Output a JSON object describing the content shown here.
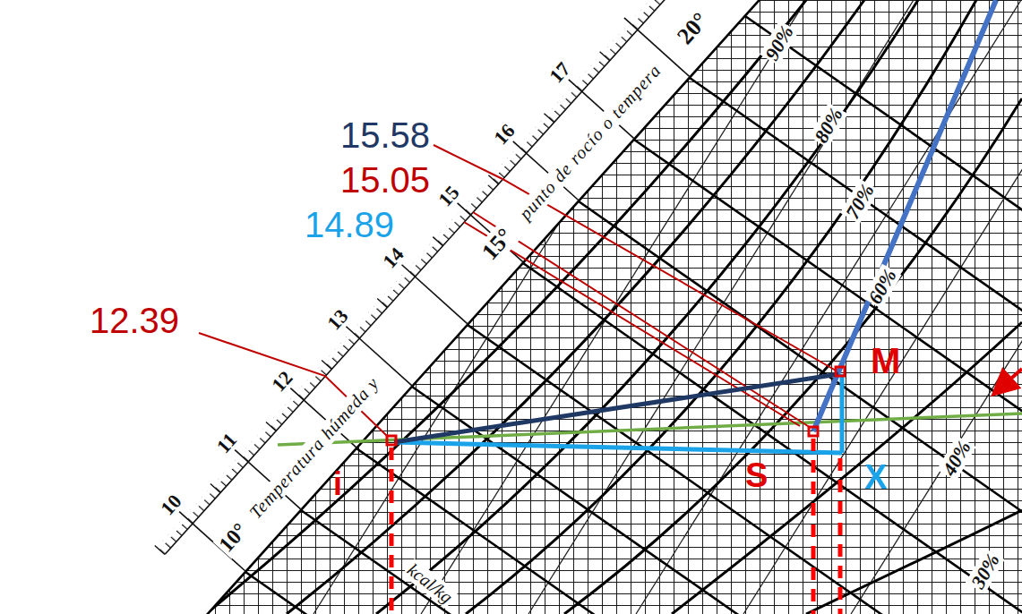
{
  "diagram": {
    "labels": [
      "15.58",
      "15.05",
      "14.89",
      "12.39",
      "M",
      "S",
      "X",
      "i",
      "10",
      "11",
      "12",
      "13",
      "14",
      "15",
      "16",
      "17",
      "10°",
      "Temperatura húmeda y",
      "15°",
      "punto de rocío o tempera",
      "20°",
      "90%",
      "80%",
      "70%",
      "60%",
      "40%",
      "30%",
      "kcal/kg"
    ]
  }
}
